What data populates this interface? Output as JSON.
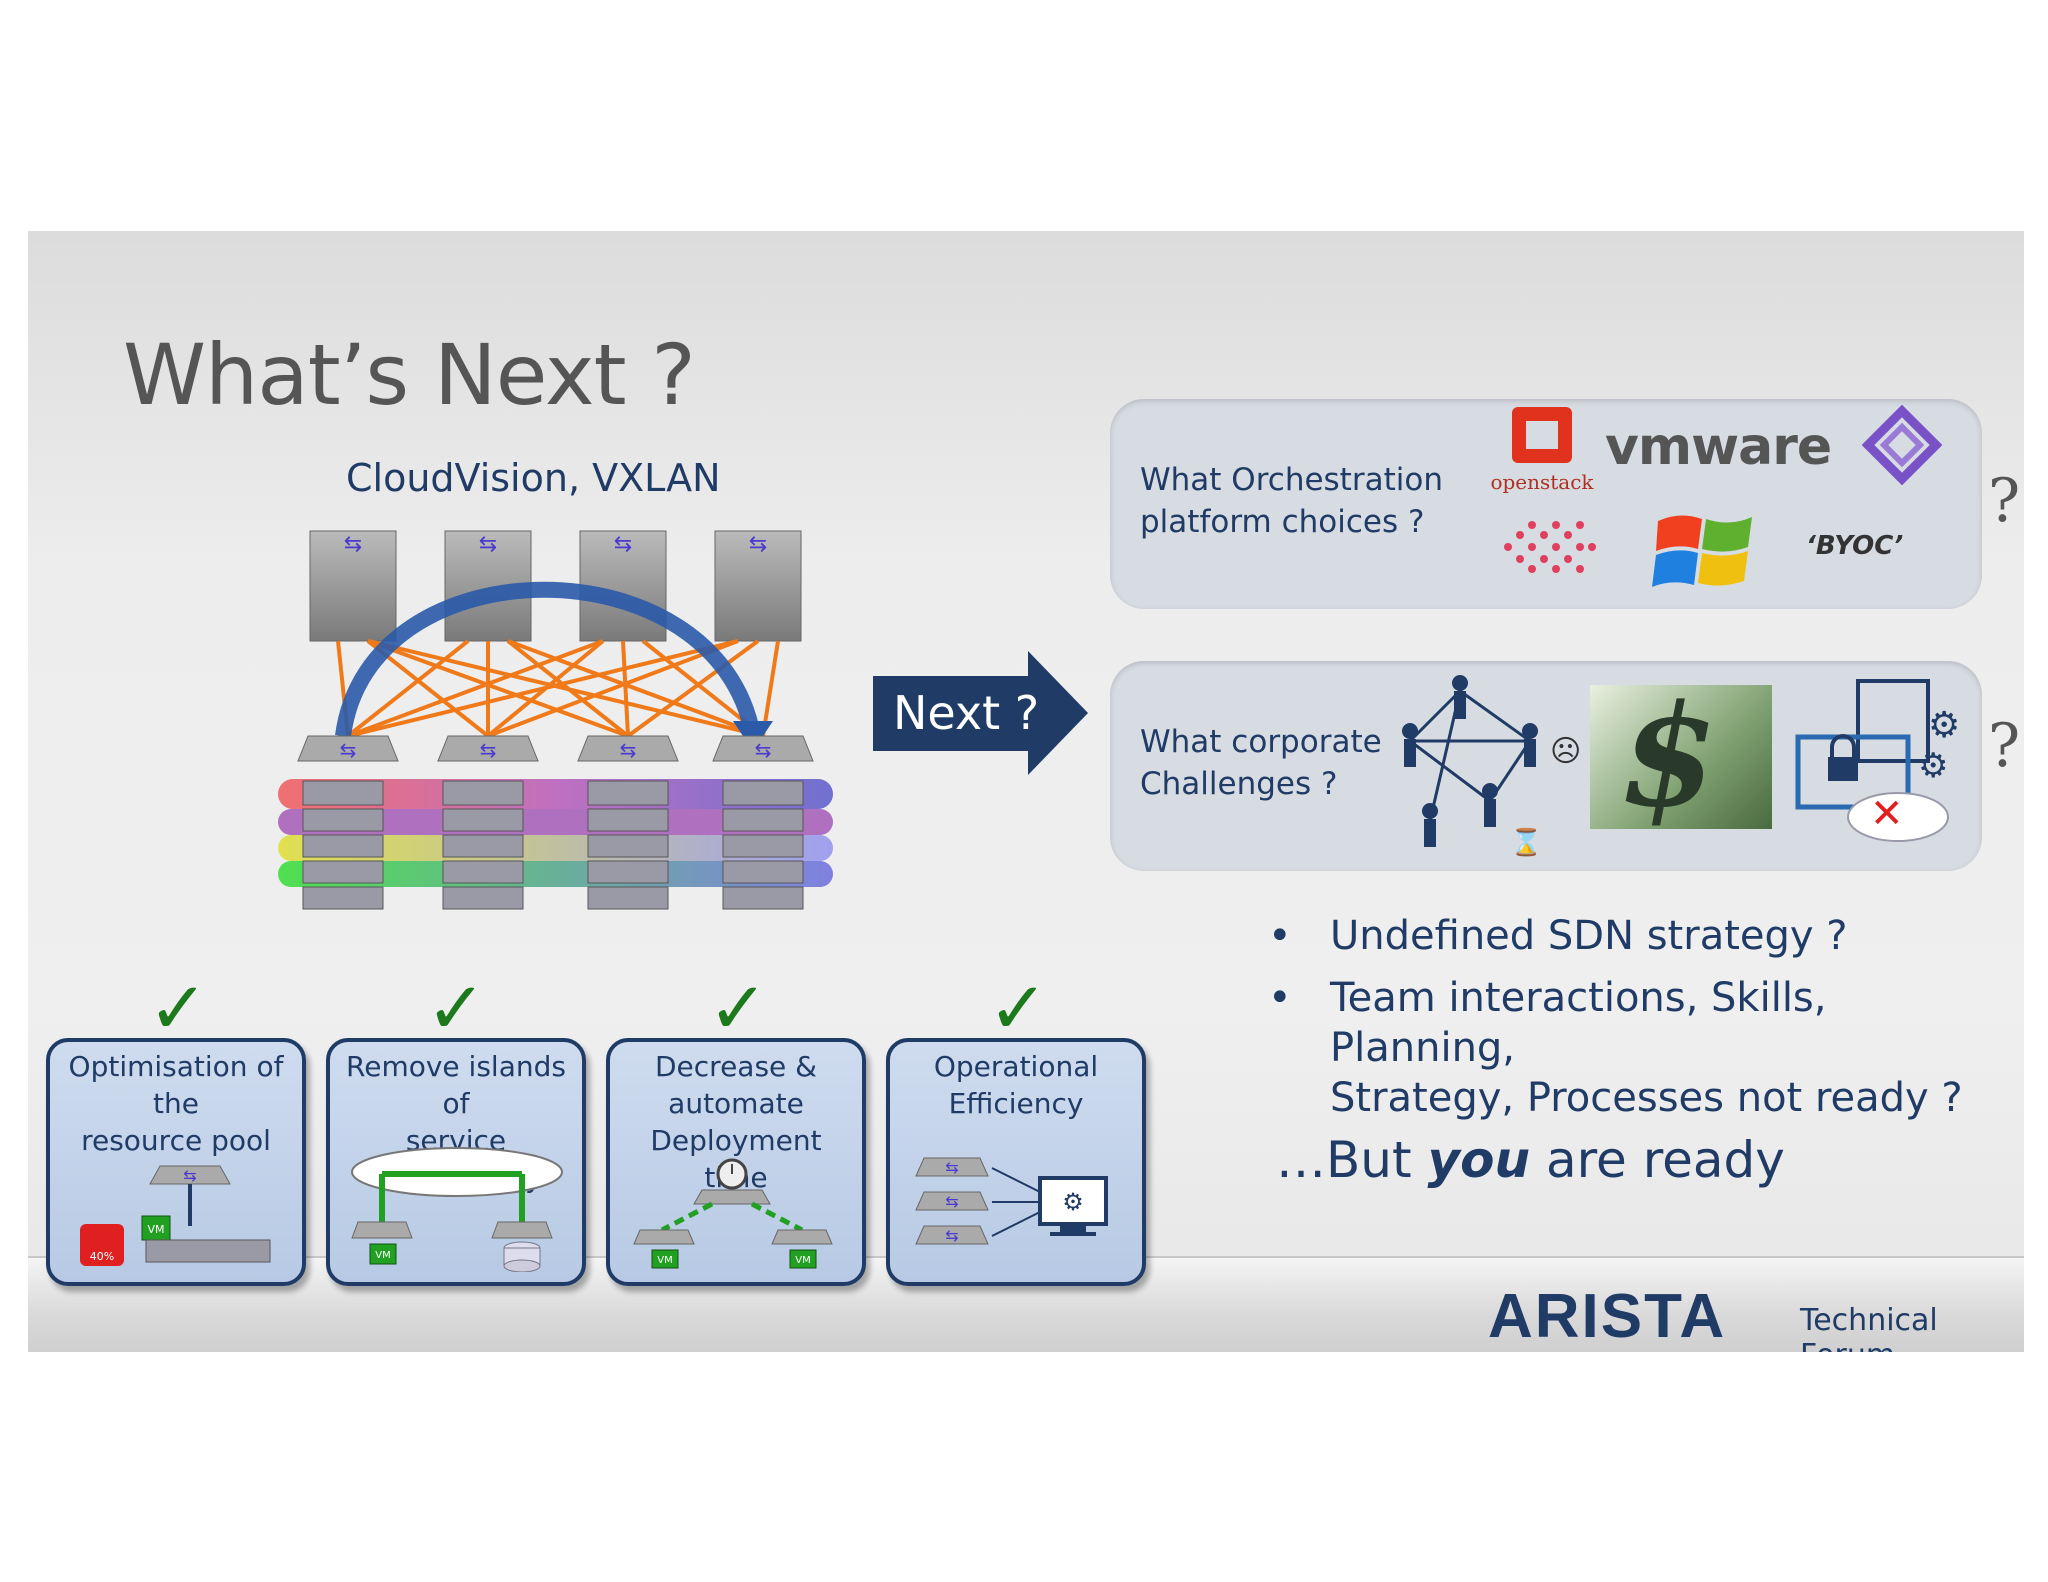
{
  "title": "What’s Next ?",
  "cloudvision_label": "CloudVision, VXLAN",
  "next_label": "Next ?",
  "panel1": {
    "label_line1": "What Orchestration",
    "label_line2": "platform choices ?",
    "openstack": "openstack",
    "vmware": "vmware",
    "byoc": "‘BYOC’",
    "question": "?"
  },
  "panel2": {
    "label_line1": "What corporate",
    "label_line2": "Challenges ?",
    "question": "?"
  },
  "bullets": [
    {
      "dot": "•",
      "line1": "Undefined SDN strategy ?",
      "line2": ""
    },
    {
      "dot": "•",
      "line1": "Team interactions, Skills, Planning,",
      "line2": "Strategy, Processes not ready ?"
    }
  ],
  "ready": {
    "prefix": "…But ",
    "bold": "you",
    "suffix": " are ready"
  },
  "boxes": [
    {
      "line1": "Optimisation of",
      "line2": "the",
      "line3": "resource pool",
      "badge": "40%"
    },
    {
      "line1": "Remove islands of",
      "line2": "service connectivity",
      "line3": ""
    },
    {
      "line1": "Decrease &",
      "line2": "automate",
      "line3": "Deployment time"
    },
    {
      "line1": "Operational",
      "line2": "Efficiency",
      "line3": ""
    }
  ],
  "check_mark": "✓",
  "vm_label": "VM",
  "footer": {
    "brand": "ARISTA",
    "tagline": "Technical Forum"
  },
  "colors": {
    "navy": "#1f3b66",
    "orange": "#f07a1a",
    "arrow_blue": "#2a5aa8",
    "check_green": "#1c7a1c"
  }
}
